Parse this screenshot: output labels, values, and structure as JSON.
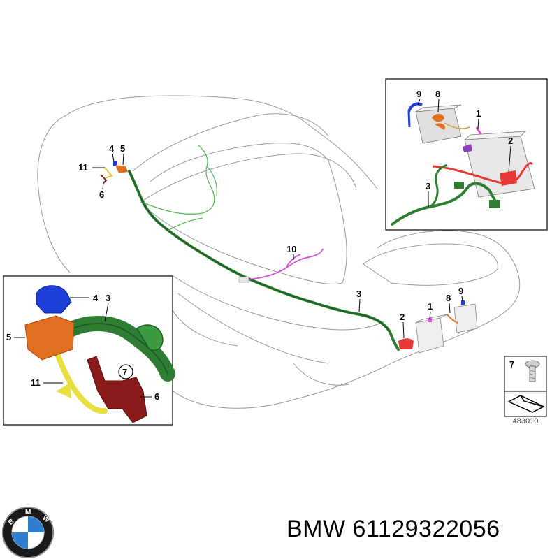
{
  "diagram": {
    "callouts": {
      "main_11": "11",
      "main_4": "4",
      "main_5": "5",
      "main_6": "6",
      "main_10": "10",
      "main_3": "3",
      "main_2": "2",
      "main_1": "1",
      "main_8": "8",
      "main_9": "9",
      "inset_tr_9": "9",
      "inset_tr_8": "8",
      "inset_tr_1": "1",
      "inset_tr_2": "2",
      "inset_tr_3": "3",
      "inset_bl_4": "4",
      "inset_bl_3": "3",
      "inset_bl_5": "5",
      "inset_bl_11": "11",
      "inset_bl_7": "7",
      "inset_bl_6": "6",
      "screw_7": "7"
    },
    "reference_code": "483010",
    "colors": {
      "harness": "#2e7d32",
      "battery_cable": "#e53935",
      "pink_wire": "#d64fd6",
      "blue_part": "#1e3fd8",
      "orange_part": "#e07020",
      "yellow_cable": "#e8e040",
      "bracket": "#8b1a1a"
    }
  },
  "brand": {
    "logo_letters": "BMW",
    "part_label": "BMW 61129322056"
  }
}
